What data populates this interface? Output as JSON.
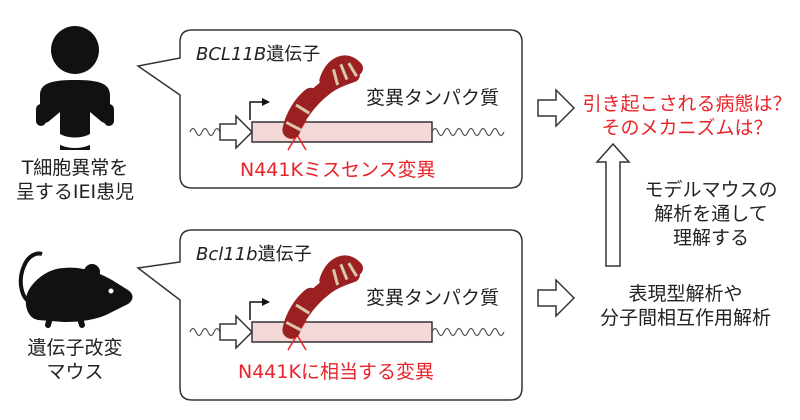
{
  "human": {
    "caption_line1": "T細胞異常を",
    "caption_line2": "呈するIEI患児",
    "gene_italic": "BCL11B",
    "gene_suffix": "遺伝子",
    "protein_label": "変異タンパク質",
    "mutation_label": "N441Kミスセンス変異"
  },
  "mouse": {
    "caption_line1": "遺伝子改変",
    "caption_line2": "マウス",
    "gene_italic": "Bcl11b",
    "gene_suffix": "遺伝子",
    "protein_label": "変異タンパク質",
    "mutation_label": "N441Kに相当する変異"
  },
  "questions": {
    "line1": "引き起こされる病態は？",
    "line2": "そのメカニズムは？"
  },
  "model_analysis": {
    "line1": "モデルマウスの",
    "line2": "解析を通して",
    "line3": "理解する"
  },
  "analysis_methods": {
    "line1": "表現型解析や",
    "line2": "分子間相互作用解析"
  },
  "colors": {
    "accent_red": "#e8242a",
    "gene_box_fill": "#f4d7d7",
    "protein_dark_red": "#9b2022",
    "protein_band": "#d8c7a8"
  }
}
